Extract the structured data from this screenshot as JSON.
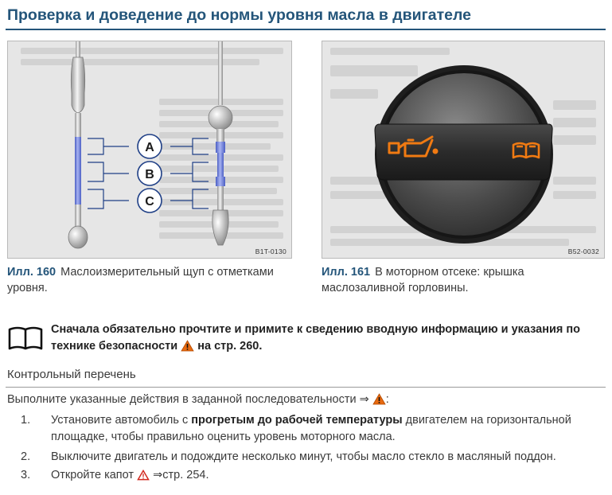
{
  "page": {
    "title": "Проверка и доведение до нормы уровня масла в двигателе"
  },
  "figures": [
    {
      "code": "B1T-0130",
      "caption_label": "Илл. 160",
      "caption_text": "Маслоизмерительный щуп с отметками уровня.",
      "markers": [
        "A",
        "B",
        "C"
      ]
    },
    {
      "code": "B52-0032",
      "caption_label": "Илл. 161",
      "caption_text": "В моторном отсеке: крышка маслозаливной горловины."
    }
  ],
  "notice": {
    "text": "Сначала обязательно прочтите и примите к сведению вводную информацию и указания по технике безопасности",
    "ref": "на стр. 260."
  },
  "checklist": {
    "heading": "Контрольный перечень",
    "intro": "Выполните указанные действия в заданной последовательности ⇒",
    "steps": [
      {
        "num": "1.",
        "text_before": "Установите автомобиль с",
        "text_bold": "прогретым до рабочей температуры",
        "text_after": "двигателем на горизонтальной площадке, чтобы правильно оценить уровень моторного масла."
      },
      {
        "num": "2.",
        "text": "Выключите двигатель и подождите несколько минут, чтобы масло стекло в масляный поддон."
      },
      {
        "num": "3.",
        "text": "Откройте капот",
        "ref": "⇒стр. 254."
      }
    ]
  },
  "colors": {
    "heading_blue": "#24557a",
    "warning_orange": "#e86a10",
    "warning_red": "#d2281e",
    "dipstick_blue": "#6f7fd8",
    "oil_orange": "#f07a12"
  }
}
